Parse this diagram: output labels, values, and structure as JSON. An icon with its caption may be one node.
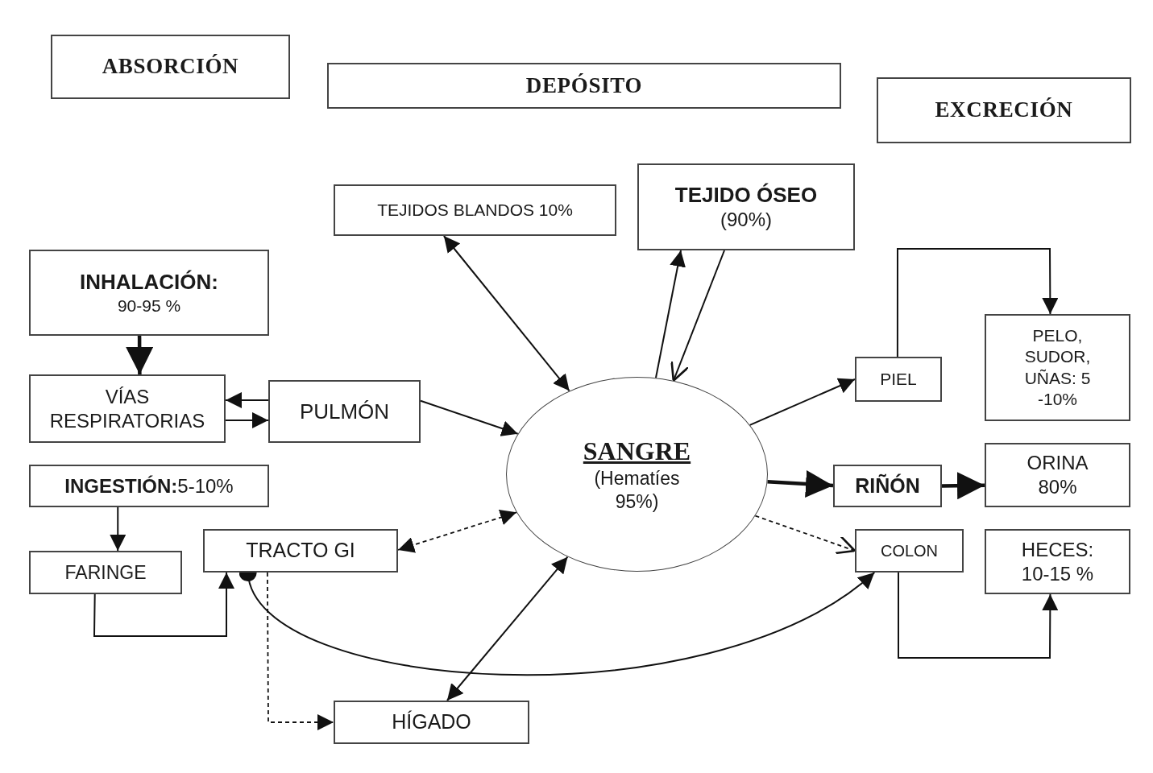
{
  "diagram": {
    "nodes": [
      {
        "text": [
          "ABSORCIÓN"
        ]
      },
      {
        "text": [
          "DEPÓSITO"
        ]
      },
      {
        "text": [
          "EXCRECIÓN"
        ]
      },
      {
        "text": [
          "TEJIDOS BLANDOS 10%"
        ]
      },
      {
        "text": [
          "TEJIDO ÓSEO",
          "(90%)"
        ]
      },
      {
        "text": [
          "INHALACIÓN:",
          "90-95 %"
        ]
      },
      {
        "text": [
          "VÍAS RESPIRATORIAS"
        ]
      },
      {
        "text": [
          "PULMÓN"
        ]
      },
      {
        "text": [
          "SANGRE",
          "(Hematíes 95%)"
        ]
      },
      {
        "text": [
          "PIEL"
        ]
      },
      {
        "text": [
          "PELO, SUDOR, UÑAS: 5 -10%"
        ]
      },
      {
        "text": [
          "**INGESTIÓN:**5-10%"
        ]
      },
      {
        "text": [
          "FARINGE"
        ]
      },
      {
        "text": [
          "TRACTO GI"
        ]
      },
      {
        "text": [
          "RIÑÓN"
        ]
      },
      {
        "text": [
          "ORINA 80%"
        ]
      },
      {
        "text": [
          "COLON"
        ]
      },
      {
        "text": [
          "HECES: 10-15 %"
        ]
      },
      {
        "text": [
          "HÍGADO"
        ]
      }
    ],
    "edges": [
      {
        "from": 5,
        "to": 6,
        "arrow": "to",
        "style": "thick"
      },
      {
        "from": 7,
        "to": 6,
        "arrow": "to"
      },
      {
        "from": 6,
        "to": 7,
        "arrow": "to"
      },
      {
        "from": 7,
        "to": 8,
        "arrow": "to"
      },
      {
        "from": 3,
        "to": 8,
        "arrow": "both"
      },
      {
        "from": 8,
        "to": 4,
        "arrow": "to"
      },
      {
        "from": 4,
        "to": 8,
        "arrow": "to"
      },
      {
        "from": 8,
        "to": 9,
        "arrow": "to"
      },
      {
        "from": 9,
        "to": 10,
        "arrow": "to"
      },
      {
        "from": 8,
        "to": 14,
        "arrow": "to",
        "style": "thick"
      },
      {
        "from": 14,
        "to": 15,
        "arrow": "to",
        "style": "thick"
      },
      {
        "from": 8,
        "to": 16,
        "arrow": "to",
        "style": "dashed"
      },
      {
        "from": 8,
        "to": 13,
        "arrow": "both",
        "style": "dashed"
      },
      {
        "from": 11,
        "to": 12,
        "arrow": "to"
      },
      {
        "from": 12,
        "to": 13,
        "arrow": "to"
      },
      {
        "from": 13,
        "to": 16,
        "arrow": "to"
      },
      {
        "from": 13,
        "to": 18,
        "arrow": "to",
        "style": "dashed"
      },
      {
        "from": 18,
        "to": 8,
        "arrow": "both"
      },
      {
        "from": 16,
        "to": 17,
        "arrow": "to"
      }
    ]
  }
}
